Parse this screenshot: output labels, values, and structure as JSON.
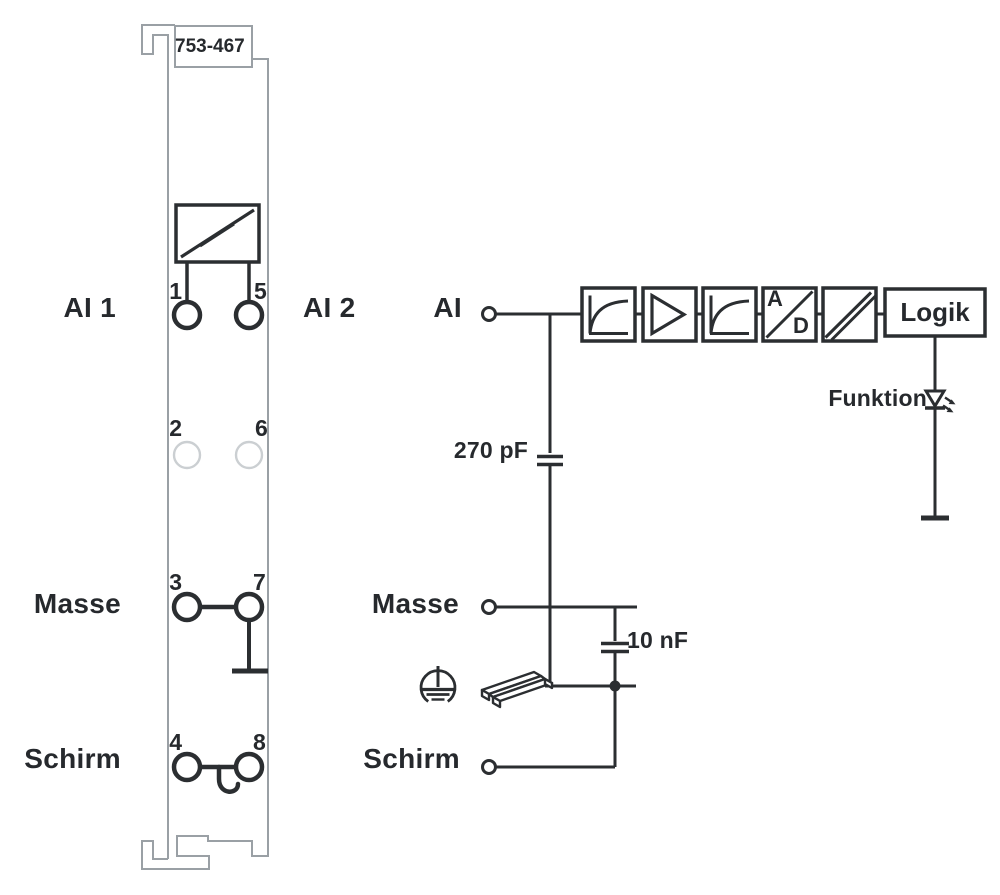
{
  "module": {
    "part_number": "753-467",
    "left_channel_label": "AI 1",
    "right_channel_label": "AI 2",
    "ground_label": "Masse",
    "shield_label": "Schirm",
    "terminal_numbers": {
      "t1": "1",
      "t2": "2",
      "t3": "3",
      "t4": "4",
      "t5": "5",
      "t6": "6",
      "t7": "7",
      "t8": "8"
    }
  },
  "circuit": {
    "input_label": "AI",
    "ground_label": "Masse",
    "shield_label": "Schirm",
    "input_capacitor_value": "270 pF",
    "ground_capacitor_value": "10 nF",
    "led_label": "Funktion",
    "logic_block_label": "Logik",
    "adc_block_letters": {
      "top": "A",
      "bottom": "D"
    },
    "signal_chain_blocks": [
      "low-pass-filter",
      "amplifier",
      "low-pass-filter",
      "a-d-converter",
      "galvanic-isolation",
      "logic"
    ]
  },
  "icons": {
    "analog_signal": "analog-signal-icon",
    "signal_chain": [
      "low-pass-filter-icon",
      "amplifier-icon",
      "low-pass-filter-icon",
      "ad-converter-icon",
      "galvanic-isolation-icon"
    ],
    "led": "led-icon",
    "earth": "functional-earth-icon",
    "din_rail": "din-rail-icon",
    "shield_hook": "shield-hook-icon",
    "chassis_bar": "chassis-ground-icon"
  },
  "colors": {
    "background": "#ffffff",
    "line": "#2b2e31",
    "module_outline": "#9aa0a5",
    "inactive_terminal": "#cbcfd2"
  }
}
